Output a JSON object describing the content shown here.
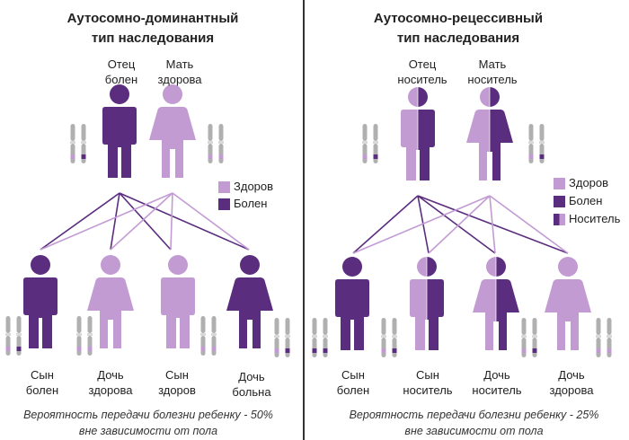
{
  "colors": {
    "healthy": "#c39bd3",
    "sick": "#5b2d7f",
    "chrom": "#b0b0b0"
  },
  "left": {
    "title_line1": "Аутосомно-доминантный",
    "title_line2": "тип наследования",
    "father": {
      "line1": "Отец",
      "line2": "болен"
    },
    "mother": {
      "line1": "Мать",
      "line2": "здорова"
    },
    "legend": {
      "healthy": "Здоров",
      "sick": "Болен"
    },
    "children": [
      {
        "line1": "Сын",
        "line2": "болен"
      },
      {
        "line1": "Дочь",
        "line2": "здорова"
      },
      {
        "line1": "Сын",
        "line2": "здоров"
      },
      {
        "line1": "Дочь",
        "line2": "больна"
      }
    ],
    "footer_line1": "Вероятность передачи болезни ребенку - 50%",
    "footer_line2": "вне зависимости от пола"
  },
  "right": {
    "title_line1": "Аутосомно-рецессивный",
    "title_line2": "тип наследования",
    "father": {
      "line1": "Отец",
      "line2": "носитель"
    },
    "mother": {
      "line1": "Мать",
      "line2": "носитель"
    },
    "legend": {
      "healthy": "Здоров",
      "sick": "Болен",
      "carrier": "Носитель"
    },
    "children": [
      {
        "line1": "Сын",
        "line2": "болен"
      },
      {
        "line1": "Сын",
        "line2": "носитель"
      },
      {
        "line1": "Дочь",
        "line2": "носитель"
      },
      {
        "line1": "Дочь",
        "line2": "здорова"
      }
    ],
    "footer_line1": "Вероятность передачи болезни ребенку - 25%",
    "footer_line2": "вне зависимости от пола"
  }
}
